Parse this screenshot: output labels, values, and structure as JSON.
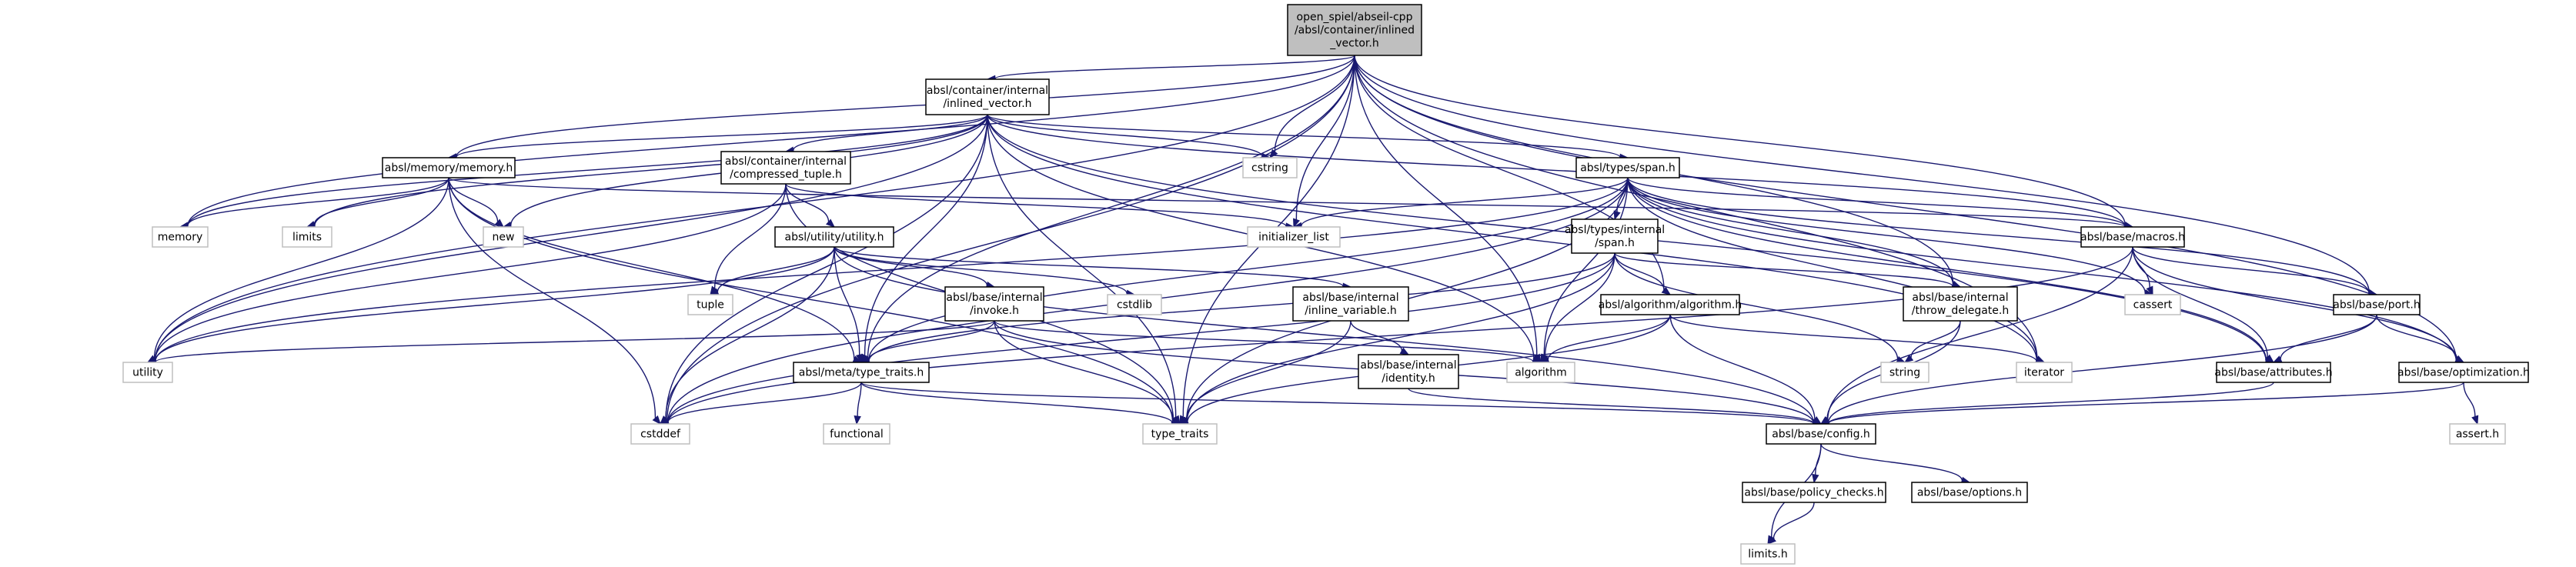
{
  "colors": {
    "edge": "#191970",
    "root_fill": "#bfbfbf",
    "system_border": "#bfbfbf",
    "internal_border": "#000000"
  },
  "nodes": [
    {
      "id": "root",
      "kind": "root",
      "lines": [
        "open_spiel/abseil-cpp",
        "/absl/container/inlined",
        "_vector.h"
      ]
    },
    {
      "id": "civ",
      "kind": "internal",
      "lines": [
        "absl/container/internal",
        "/inlined_vector.h"
      ]
    },
    {
      "id": "mem",
      "kind": "internal",
      "lines": [
        "absl/memory/memory.h"
      ]
    },
    {
      "id": "ctup",
      "kind": "internal",
      "lines": [
        "absl/container/internal",
        "/compressed_tuple.h"
      ]
    },
    {
      "id": "span",
      "kind": "internal",
      "lines": [
        "absl/types/span.h"
      ]
    },
    {
      "id": "util",
      "kind": "internal",
      "lines": [
        "absl/utility/utility.h"
      ]
    },
    {
      "id": "tspan",
      "kind": "internal",
      "lines": [
        "absl/types/internal",
        "/span.h"
      ]
    },
    {
      "id": "macros",
      "kind": "internal",
      "lines": [
        "absl/base/macros.h"
      ]
    },
    {
      "id": "invoke",
      "kind": "internal",
      "lines": [
        "absl/base/internal",
        "/invoke.h"
      ]
    },
    {
      "id": "inlvar",
      "kind": "internal",
      "lines": [
        "absl/base/internal",
        "/inline_variable.h"
      ]
    },
    {
      "id": "algo",
      "kind": "internal",
      "lines": [
        "absl/algorithm/algorithm.h"
      ]
    },
    {
      "id": "throw",
      "kind": "internal",
      "lines": [
        "absl/base/internal",
        "/throw_delegate.h"
      ]
    },
    {
      "id": "port",
      "kind": "internal",
      "lines": [
        "absl/base/port.h"
      ]
    },
    {
      "id": "ident",
      "kind": "internal",
      "lines": [
        "absl/base/internal",
        "/identity.h"
      ]
    },
    {
      "id": "tt",
      "kind": "internal",
      "lines": [
        "absl/meta/type_traits.h"
      ]
    },
    {
      "id": "attr",
      "kind": "internal",
      "lines": [
        "absl/base/attributes.h"
      ]
    },
    {
      "id": "opt",
      "kind": "internal",
      "lines": [
        "absl/base/optimization.h"
      ]
    },
    {
      "id": "config",
      "kind": "internal",
      "lines": [
        "absl/base/config.h"
      ]
    },
    {
      "id": "policy",
      "kind": "internal",
      "lines": [
        "absl/base/policy_checks.h"
      ]
    },
    {
      "id": "options",
      "kind": "internal",
      "lines": [
        "absl/base/options.h"
      ]
    },
    {
      "id": "s_memory",
      "kind": "system",
      "lines": [
        "memory"
      ]
    },
    {
      "id": "s_limits",
      "kind": "system",
      "lines": [
        "limits"
      ]
    },
    {
      "id": "s_new",
      "kind": "system",
      "lines": [
        "new"
      ]
    },
    {
      "id": "s_cstring",
      "kind": "system",
      "lines": [
        "cstring"
      ]
    },
    {
      "id": "s_initlist",
      "kind": "system",
      "lines": [
        "initializer_list"
      ]
    },
    {
      "id": "s_tuple",
      "kind": "system",
      "lines": [
        "tuple"
      ]
    },
    {
      "id": "s_cstdlib",
      "kind": "system",
      "lines": [
        "cstdlib"
      ]
    },
    {
      "id": "s_cassert",
      "kind": "system",
      "lines": [
        "cassert"
      ]
    },
    {
      "id": "s_utility",
      "kind": "system",
      "lines": [
        "utility"
      ]
    },
    {
      "id": "s_algorithm",
      "kind": "system",
      "lines": [
        "algorithm"
      ]
    },
    {
      "id": "s_string",
      "kind": "system",
      "lines": [
        "string"
      ]
    },
    {
      "id": "s_iterator",
      "kind": "system",
      "lines": [
        "iterator"
      ]
    },
    {
      "id": "s_cstddef",
      "kind": "system",
      "lines": [
        "cstddef"
      ]
    },
    {
      "id": "s_functional",
      "kind": "system",
      "lines": [
        "functional"
      ]
    },
    {
      "id": "s_typetraits",
      "kind": "system",
      "lines": [
        "type_traits"
      ]
    },
    {
      "id": "s_asserth",
      "kind": "system",
      "lines": [
        "assert.h"
      ]
    },
    {
      "id": "s_limitsh",
      "kind": "system",
      "lines": [
        "limits.h"
      ]
    }
  ],
  "edges": [
    [
      "root",
      "civ"
    ],
    [
      "root",
      "mem"
    ],
    [
      "root",
      "macros"
    ],
    [
      "root",
      "port"
    ],
    [
      "root",
      "opt"
    ],
    [
      "root",
      "throw"
    ],
    [
      "root",
      "algo"
    ],
    [
      "root",
      "s_memory"
    ],
    [
      "root",
      "s_cstring"
    ],
    [
      "root",
      "s_initlist"
    ],
    [
      "root",
      "s_utility"
    ],
    [
      "root",
      "s_algorithm"
    ],
    [
      "root",
      "s_iterator"
    ],
    [
      "root",
      "s_cstddef"
    ],
    [
      "root",
      "s_typetraits"
    ],
    [
      "root",
      "tt"
    ],
    [
      "civ",
      "mem"
    ],
    [
      "civ",
      "ctup"
    ],
    [
      "civ",
      "span"
    ],
    [
      "civ",
      "macros"
    ],
    [
      "civ",
      "attr"
    ],
    [
      "civ",
      "tt"
    ],
    [
      "civ",
      "s_memory"
    ],
    [
      "civ",
      "s_limits"
    ],
    [
      "civ",
      "s_new"
    ],
    [
      "civ",
      "s_cstring"
    ],
    [
      "civ",
      "s_utility"
    ],
    [
      "civ",
      "s_cstddef"
    ],
    [
      "civ",
      "s_typetraits"
    ],
    [
      "civ",
      "s_iterator"
    ],
    [
      "civ",
      "s_algorithm"
    ],
    [
      "mem",
      "s_memory"
    ],
    [
      "mem",
      "s_limits"
    ],
    [
      "mem",
      "s_new"
    ],
    [
      "mem",
      "s_utility"
    ],
    [
      "mem",
      "s_cstddef"
    ],
    [
      "mem",
      "tt"
    ],
    [
      "mem",
      "s_typetraits"
    ],
    [
      "mem",
      "macros"
    ],
    [
      "ctup",
      "util"
    ],
    [
      "ctup",
      "s_tuple"
    ],
    [
      "ctup",
      "s_initlist"
    ],
    [
      "ctup",
      "s_utility"
    ],
    [
      "ctup",
      "s_typetraits"
    ],
    [
      "span",
      "tspan"
    ],
    [
      "span",
      "macros"
    ],
    [
      "span",
      "throw"
    ],
    [
      "span",
      "port"
    ],
    [
      "span",
      "attr"
    ],
    [
      "span",
      "opt"
    ],
    [
      "span",
      "tt"
    ],
    [
      "span",
      "s_initlist"
    ],
    [
      "span",
      "s_cstddef"
    ],
    [
      "span",
      "s_utility"
    ],
    [
      "span",
      "s_algorithm"
    ],
    [
      "span",
      "s_iterator"
    ],
    [
      "span",
      "s_cassert"
    ],
    [
      "span",
      "s_typetraits"
    ],
    [
      "util",
      "invoke"
    ],
    [
      "util",
      "inlvar"
    ],
    [
      "util",
      "tt"
    ],
    [
      "util",
      "s_cstdlib"
    ],
    [
      "util",
      "s_tuple"
    ],
    [
      "util",
      "s_utility"
    ],
    [
      "util",
      "s_cstddef"
    ],
    [
      "util",
      "config"
    ],
    [
      "tspan",
      "algo"
    ],
    [
      "tspan",
      "throw"
    ],
    [
      "tspan",
      "tt"
    ],
    [
      "tspan",
      "s_string"
    ],
    [
      "tspan",
      "s_cstddef"
    ],
    [
      "tspan",
      "s_algorithm"
    ],
    [
      "tspan",
      "s_typetraits"
    ],
    [
      "macros",
      "s_cstddef"
    ],
    [
      "macros",
      "s_cassert"
    ],
    [
      "macros",
      "attr"
    ],
    [
      "macros",
      "opt"
    ],
    [
      "macros",
      "port"
    ],
    [
      "macros",
      "config"
    ],
    [
      "invoke",
      "tt"
    ],
    [
      "invoke",
      "s_utility"
    ],
    [
      "invoke",
      "s_algorithm"
    ],
    [
      "invoke",
      "s_typetraits"
    ],
    [
      "invoke",
      "config"
    ],
    [
      "inlvar",
      "ident"
    ],
    [
      "inlvar",
      "s_typetraits"
    ],
    [
      "algo",
      "config"
    ],
    [
      "algo",
      "s_algorithm"
    ],
    [
      "algo",
      "s_iterator"
    ],
    [
      "algo",
      "s_typetraits"
    ],
    [
      "throw",
      "config"
    ],
    [
      "throw",
      "s_string"
    ],
    [
      "port",
      "attr"
    ],
    [
      "port",
      "opt"
    ],
    [
      "port",
      "config"
    ],
    [
      "ident",
      "config"
    ],
    [
      "tt",
      "config"
    ],
    [
      "tt",
      "s_cstddef"
    ],
    [
      "tt",
      "s_functional"
    ],
    [
      "tt",
      "s_typetraits"
    ],
    [
      "attr",
      "config"
    ],
    [
      "opt",
      "s_asserth"
    ],
    [
      "opt",
      "config"
    ],
    [
      "config",
      "policy"
    ],
    [
      "config",
      "options"
    ],
    [
      "config",
      "s_limitsh"
    ],
    [
      "policy",
      "s_limitsh"
    ]
  ]
}
